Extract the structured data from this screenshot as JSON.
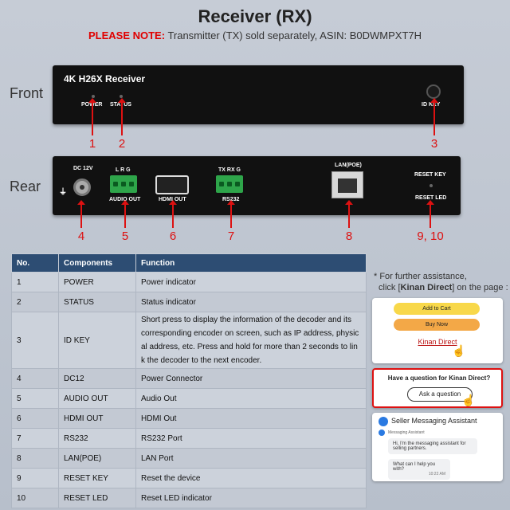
{
  "title": "Receiver (RX)",
  "note": {
    "prefix": "PLEASE NOTE:",
    "text": " Transmitter (TX) sold separately, ASIN: B0DWMPXT7H"
  },
  "labels": {
    "front": "Front",
    "rear": "Rear"
  },
  "front_panel": {
    "name": "4K H26X Receiver",
    "power": "POWER",
    "status": "STATUS",
    "id_key": "ID KEY"
  },
  "rear_panel": {
    "dc": "DC 12V",
    "audio_pins": "L  R  G",
    "audio": "AUDIO OUT",
    "hdmi": "HDMI OUT",
    "rs232_pins": "TX RX  G",
    "rs232": "RS232",
    "lan": "LAN(POE)",
    "reset_key": "RESET KEY",
    "reset_led": "RESET LED"
  },
  "callouts": [
    "1",
    "2",
    "3",
    "4",
    "5",
    "6",
    "7",
    "8",
    "9, 10"
  ],
  "table": {
    "headers": [
      "No.",
      "Components",
      "Function"
    ],
    "rows": [
      [
        "1",
        "POWER",
        "Power indicator"
      ],
      [
        "2",
        "STATUS",
        "Status indicator"
      ],
      [
        "3",
        "ID KEY",
        "Short press to display the information of the decoder and its corresponding encoder on screen, such as IP address, physic al address, etc.  Press and hold for more than 2 seconds to lin k the decoder to the next encoder."
      ],
      [
        "4",
        "DC12",
        "Power Connector"
      ],
      [
        "5",
        "AUDIO OUT",
        "Audio Out"
      ],
      [
        "6",
        "HDMI OUT",
        "HDMI Out"
      ],
      [
        "7",
        "RS232",
        "RS232 Port"
      ],
      [
        "8",
        "LAN(POE)",
        "LAN Port"
      ],
      [
        "9",
        "RESET KEY",
        "Reset the device"
      ],
      [
        "10",
        "RESET LED",
        "Reset LED indicator"
      ]
    ]
  },
  "help": {
    "line1": "* For further assistance,",
    "line2a": "click [",
    "line2b": "Kinan Direct",
    "line2c": "] on the page :",
    "add_to_cart": "Add to Cart",
    "buy_now": "Buy Now",
    "kinan_direct": "Kinan Direct",
    "question": "Have a question for Kinan Direct?",
    "ask": "Ask a question",
    "assistant": "Seller Messaging Assistant",
    "assistant_sub": "Messaging Assistant",
    "msg1": "Hi, I'm the messaging assistant for selling partners.",
    "msg2": "What can I help you with?",
    "time": "10:22 AM"
  },
  "colors": {
    "accent_red": "#dd1111",
    "table_header": "#2d4d73",
    "cart_yellow": "#f8d84a",
    "buy_orange": "#f3a847"
  }
}
